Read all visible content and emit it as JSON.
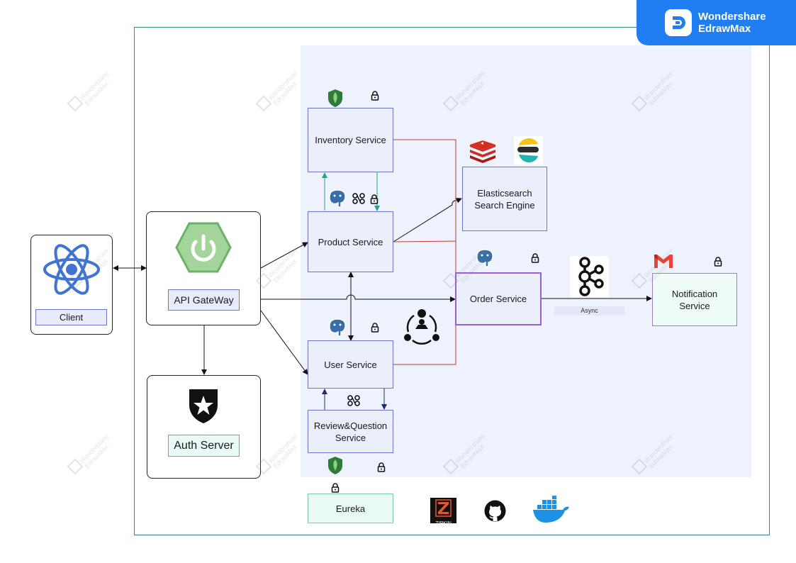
{
  "branding": {
    "line1": "Wondershare",
    "line2": "EdrawMax"
  },
  "watermark_text": "Wondershare EdrawMax",
  "nodes": {
    "client": "Client",
    "api_gateway": "API GateWay",
    "auth_server": "Auth Server",
    "inventory": "Inventory Service",
    "product": "Product Service",
    "user": "User Service",
    "review": "Review&Question Service",
    "eureka": "Eureka",
    "elasticsearch": "Elasticsearch Search Engine",
    "order": "Order Service",
    "notification": "Notification Service"
  },
  "labels": {
    "async": "Async",
    "zipkin": "ZIPKIN"
  },
  "colors": {
    "frame": "#2b8f8a",
    "zone": "#eef2fd",
    "service_border": "#6d77c9",
    "order_border": "#9b5fd0",
    "link_red": "#c23b3b",
    "link_teal": "#2a9d8f",
    "link_navy": "#1f2a6e",
    "brand_blue": "#1f7ef2"
  },
  "icons": [
    "react-icon",
    "spring-boot-icon",
    "auth0-icon",
    "mongodb-icon",
    "postgresql-icon",
    "redis-icon",
    "elastic-icon",
    "kafka-icon",
    "gmail-icon",
    "lock-icon",
    "config-icon",
    "discovery-icon",
    "zipkin-icon",
    "github-icon",
    "docker-icon"
  ]
}
